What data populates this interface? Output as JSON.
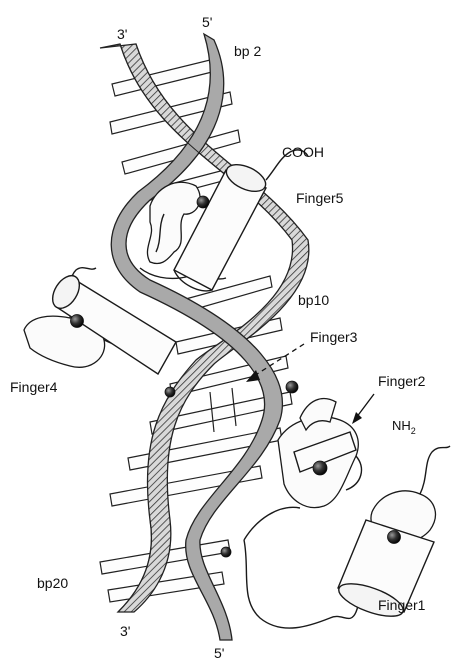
{
  "labels": {
    "end_3_top": "3'",
    "end_5_top": "5'",
    "bp2": "bp 2",
    "cooh": "COOH",
    "finger5": "Finger5",
    "bp10": "bp10",
    "finger3": "Finger3",
    "finger4": "Finger4",
    "finger2": "Finger2",
    "nh2_main": "NH",
    "nh2_sub": "2",
    "bp20": "bp20",
    "finger1": "Finger1",
    "end_3_bottom": "3'",
    "end_5_bottom": "5'"
  },
  "colors": {
    "ink": "#1a1a1a",
    "background": "#ffffff",
    "strand_gray": "#a9a9a9"
  }
}
